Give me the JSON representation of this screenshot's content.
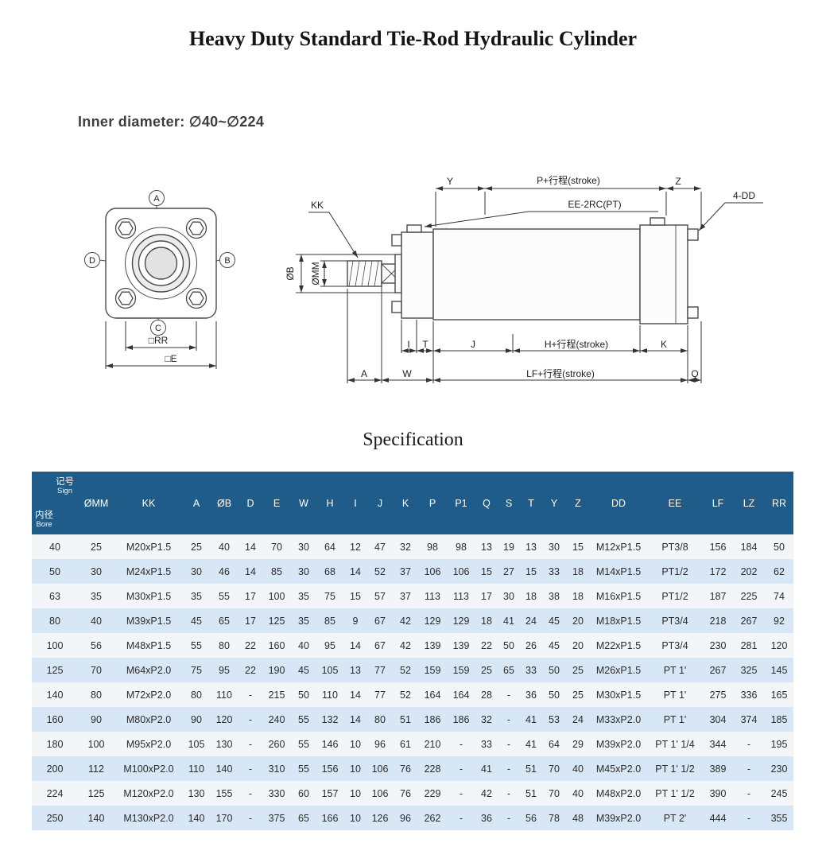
{
  "page": {
    "title": "Heavy Duty Standard Tie-Rod Hydraulic Cylinder",
    "inner_diameter_label": "Inner diameter: ∅40~∅224",
    "spec_heading": "Specification"
  },
  "drawing": {
    "front": {
      "label_a": "A",
      "label_b": "B",
      "label_c": "C",
      "label_d": "D",
      "dim_rr": "□RR",
      "dim_e": "□E"
    },
    "side": {
      "kk": "KK",
      "y": "Y",
      "p_stroke": "P+行程(stroke)",
      "z": "Z",
      "ee": "EE-2RC(PT)",
      "dd": "4-DD",
      "ob": "ØB",
      "omm": "ØMM",
      "i": "I",
      "t": "T",
      "j": "J",
      "h_stroke": "H+行程(stroke)",
      "k": "K",
      "a": "A",
      "w": "W",
      "lf_stroke": "LF+行程(stroke)",
      "q": "Q"
    }
  },
  "table": {
    "corner": {
      "sign_cn": "记号",
      "sign_en": "Sign",
      "bore_cn": "内径",
      "bore_en": "Bore"
    },
    "columns": [
      "ØMM",
      "KK",
      "A",
      "ØB",
      "D",
      "E",
      "W",
      "H",
      "I",
      "J",
      "K",
      "P",
      "P1",
      "Q",
      "S",
      "T",
      "Y",
      "Z",
      "DD",
      "EE",
      "LF",
      "LZ",
      "RR"
    ],
    "rows": [
      [
        "40",
        "25",
        "M20xP1.5",
        "25",
        "40",
        "14",
        "70",
        "30",
        "64",
        "12",
        "47",
        "32",
        "98",
        "98",
        "13",
        "19",
        "13",
        "30",
        "15",
        "M12xP1.5",
        "PT3/8",
        "156",
        "184",
        "50"
      ],
      [
        "50",
        "30",
        "M24xP1.5",
        "30",
        "46",
        "14",
        "85",
        "30",
        "68",
        "14",
        "52",
        "37",
        "106",
        "106",
        "15",
        "27",
        "15",
        "33",
        "18",
        "M14xP1.5",
        "PT1/2",
        "172",
        "202",
        "62"
      ],
      [
        "63",
        "35",
        "M30xP1.5",
        "35",
        "55",
        "17",
        "100",
        "35",
        "75",
        "15",
        "57",
        "37",
        "113",
        "113",
        "17",
        "30",
        "18",
        "38",
        "18",
        "M16xP1.5",
        "PT1/2",
        "187",
        "225",
        "74"
      ],
      [
        "80",
        "40",
        "M39xP1.5",
        "45",
        "65",
        "17",
        "125",
        "35",
        "85",
        "9",
        "67",
        "42",
        "129",
        "129",
        "18",
        "41",
        "24",
        "45",
        "20",
        "M18xP1.5",
        "PT3/4",
        "218",
        "267",
        "92"
      ],
      [
        "100",
        "56",
        "M48xP1.5",
        "55",
        "80",
        "22",
        "160",
        "40",
        "95",
        "14",
        "67",
        "42",
        "139",
        "139",
        "22",
        "50",
        "26",
        "45",
        "20",
        "M22xP1.5",
        "PT3/4",
        "230",
        "281",
        "120"
      ],
      [
        "125",
        "70",
        "M64xP2.0",
        "75",
        "95",
        "22",
        "190",
        "45",
        "105",
        "13",
        "77",
        "52",
        "159",
        "159",
        "25",
        "65",
        "33",
        "50",
        "25",
        "M26xP1.5",
        "PT 1'",
        "267",
        "325",
        "145"
      ],
      [
        "140",
        "80",
        "M72xP2.0",
        "80",
        "110",
        "-",
        "215",
        "50",
        "110",
        "14",
        "77",
        "52",
        "164",
        "164",
        "28",
        "-",
        "36",
        "50",
        "25",
        "M30xP1.5",
        "PT 1'",
        "275",
        "336",
        "165"
      ],
      [
        "160",
        "90",
        "M80xP2.0",
        "90",
        "120",
        "-",
        "240",
        "55",
        "132",
        "14",
        "80",
        "51",
        "186",
        "186",
        "32",
        "-",
        "41",
        "53",
        "24",
        "M33xP2.0",
        "PT 1'",
        "304",
        "374",
        "185"
      ],
      [
        "180",
        "100",
        "M95xP2.0",
        "105",
        "130",
        "-",
        "260",
        "55",
        "146",
        "10",
        "96",
        "61",
        "210",
        "-",
        "33",
        "-",
        "41",
        "64",
        "29",
        "M39xP2.0",
        "PT 1' 1/4",
        "344",
        "-",
        "195"
      ],
      [
        "200",
        "112",
        "M100xP2.0",
        "110",
        "140",
        "-",
        "310",
        "55",
        "156",
        "10",
        "106",
        "76",
        "228",
        "-",
        "41",
        "-",
        "51",
        "70",
        "40",
        "M45xP2.0",
        "PT 1' 1/2",
        "389",
        "-",
        "230"
      ],
      [
        "224",
        "125",
        "M120xP2.0",
        "130",
        "155",
        "-",
        "330",
        "60",
        "157",
        "10",
        "106",
        "76",
        "229",
        "-",
        "42",
        "-",
        "51",
        "70",
        "40",
        "M48xP2.0",
        "PT 1' 1/2",
        "390",
        "-",
        "245"
      ],
      [
        "250",
        "140",
        "M130xP2.0",
        "140",
        "170",
        "-",
        "375",
        "65",
        "166",
        "10",
        "126",
        "96",
        "262",
        "-",
        "36",
        "-",
        "56",
        "78",
        "48",
        "M39xP2.0",
        "PT 2'",
        "444",
        "-",
        "355"
      ]
    ]
  }
}
